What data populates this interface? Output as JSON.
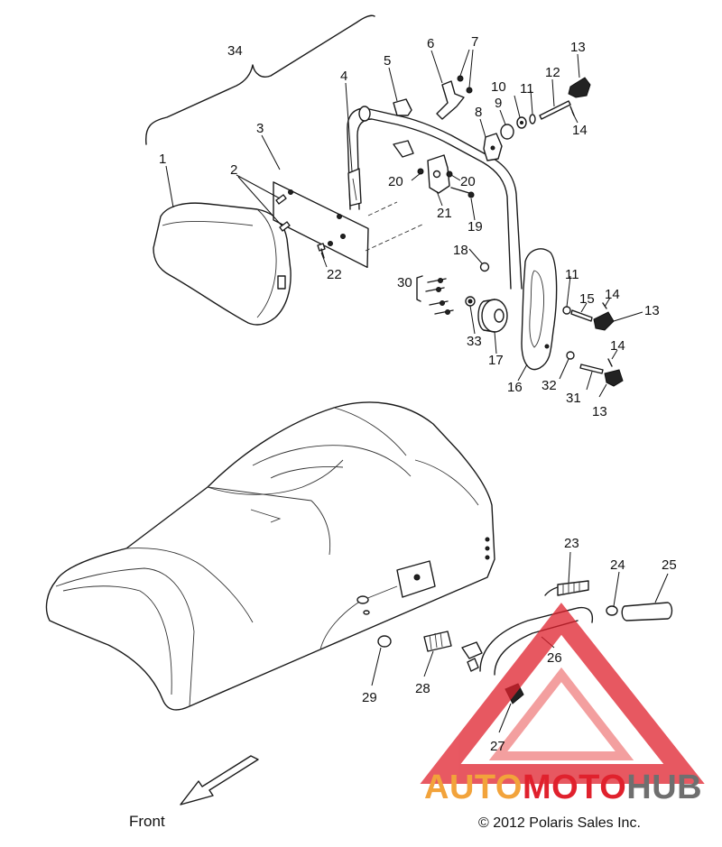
{
  "diagram": {
    "callouts": [
      "1",
      "2",
      "3",
      "4",
      "5",
      "6",
      "7",
      "8",
      "9",
      "10",
      "11",
      "11",
      "12",
      "13",
      "13",
      "13",
      "13",
      "14",
      "14",
      "14",
      "14",
      "15",
      "16",
      "17",
      "18",
      "19",
      "20",
      "20",
      "21",
      "22",
      "23",
      "24",
      "25",
      "26",
      "27",
      "28",
      "29",
      "30",
      "31",
      "32",
      "33",
      "34"
    ],
    "direction_label": "Front",
    "copyright": "© 2012 Polaris Sales Inc."
  },
  "watermark": {
    "part1": "AUTO",
    "part2": "MOTO",
    "part3": "HUB",
    "colors": {
      "auto": "#f2a33b",
      "moto": "#e0212d",
      "hub": "#6f6f6f"
    }
  }
}
